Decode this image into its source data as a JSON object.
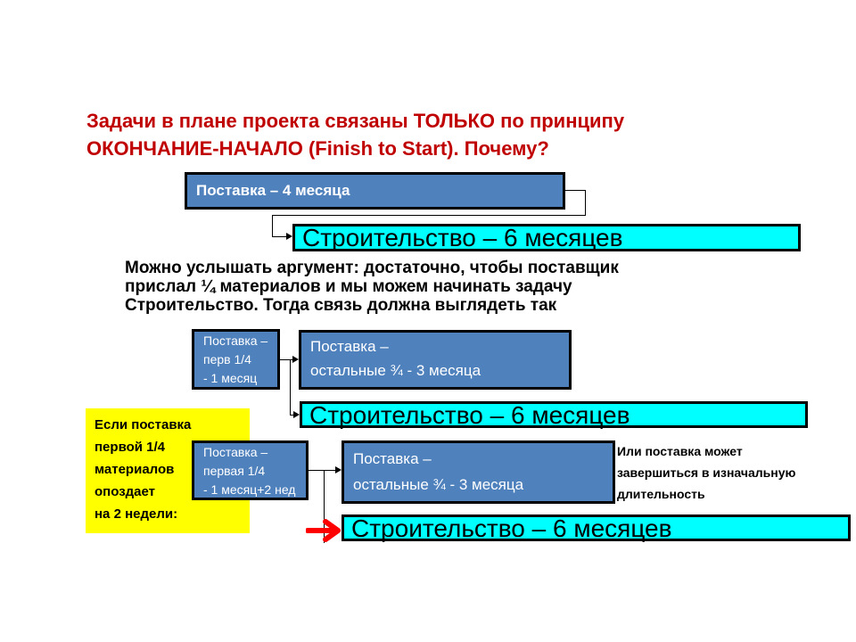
{
  "title": {
    "line1": "Задачи в плане проекта связаны ТОЛЬКО по принципу",
    "line2": "ОКОНЧАНИЕ-НАЧАЛО (Finish to Start). Почему?"
  },
  "diagram1": {
    "supply": "Поставка – 4 месяца",
    "construction": "Строительство – 6 месяцев"
  },
  "argument": {
    "line1": "Можно услышать аргумент: достаточно, чтобы поставщик",
    "line2": "прислал ¼ материалов и мы можем начинать задачу",
    "line3": "Строительство. Тогда связь должна выглядеть так"
  },
  "diagram2": {
    "first_l1": "Поставка –",
    "first_l2": "перв 1/4",
    "first_l3": "- 1 месяц",
    "rest_l1": "Поставка –",
    "rest_l2": "остальные ¾ - 3 месяца",
    "construction": "Строительство – 6 месяцев"
  },
  "note": {
    "l1": "Если поставка",
    "l2": "первой  1/4",
    "l3": "материалов",
    "l4": "опоздает",
    "l5": "на 2 недели:"
  },
  "diagram3": {
    "first_l1": "Поставка –",
    "first_l2": "первая 1/4",
    "first_l3": "- 1 месяц+2 нед",
    "rest_l1": "Поставка –",
    "rest_l2": "остальные ¾ - 3 месяца",
    "construction": "Строительство – 6 месяцев"
  },
  "side_note": {
    "l1": "Или поставка может",
    "l2": "завершиться в изначальную",
    "l3": "длительность"
  },
  "colors": {
    "title": "#c00000",
    "box": "#4f81bd",
    "cyan": "#00ffff",
    "note": "#ffff00",
    "arrow": "#ff0000"
  }
}
